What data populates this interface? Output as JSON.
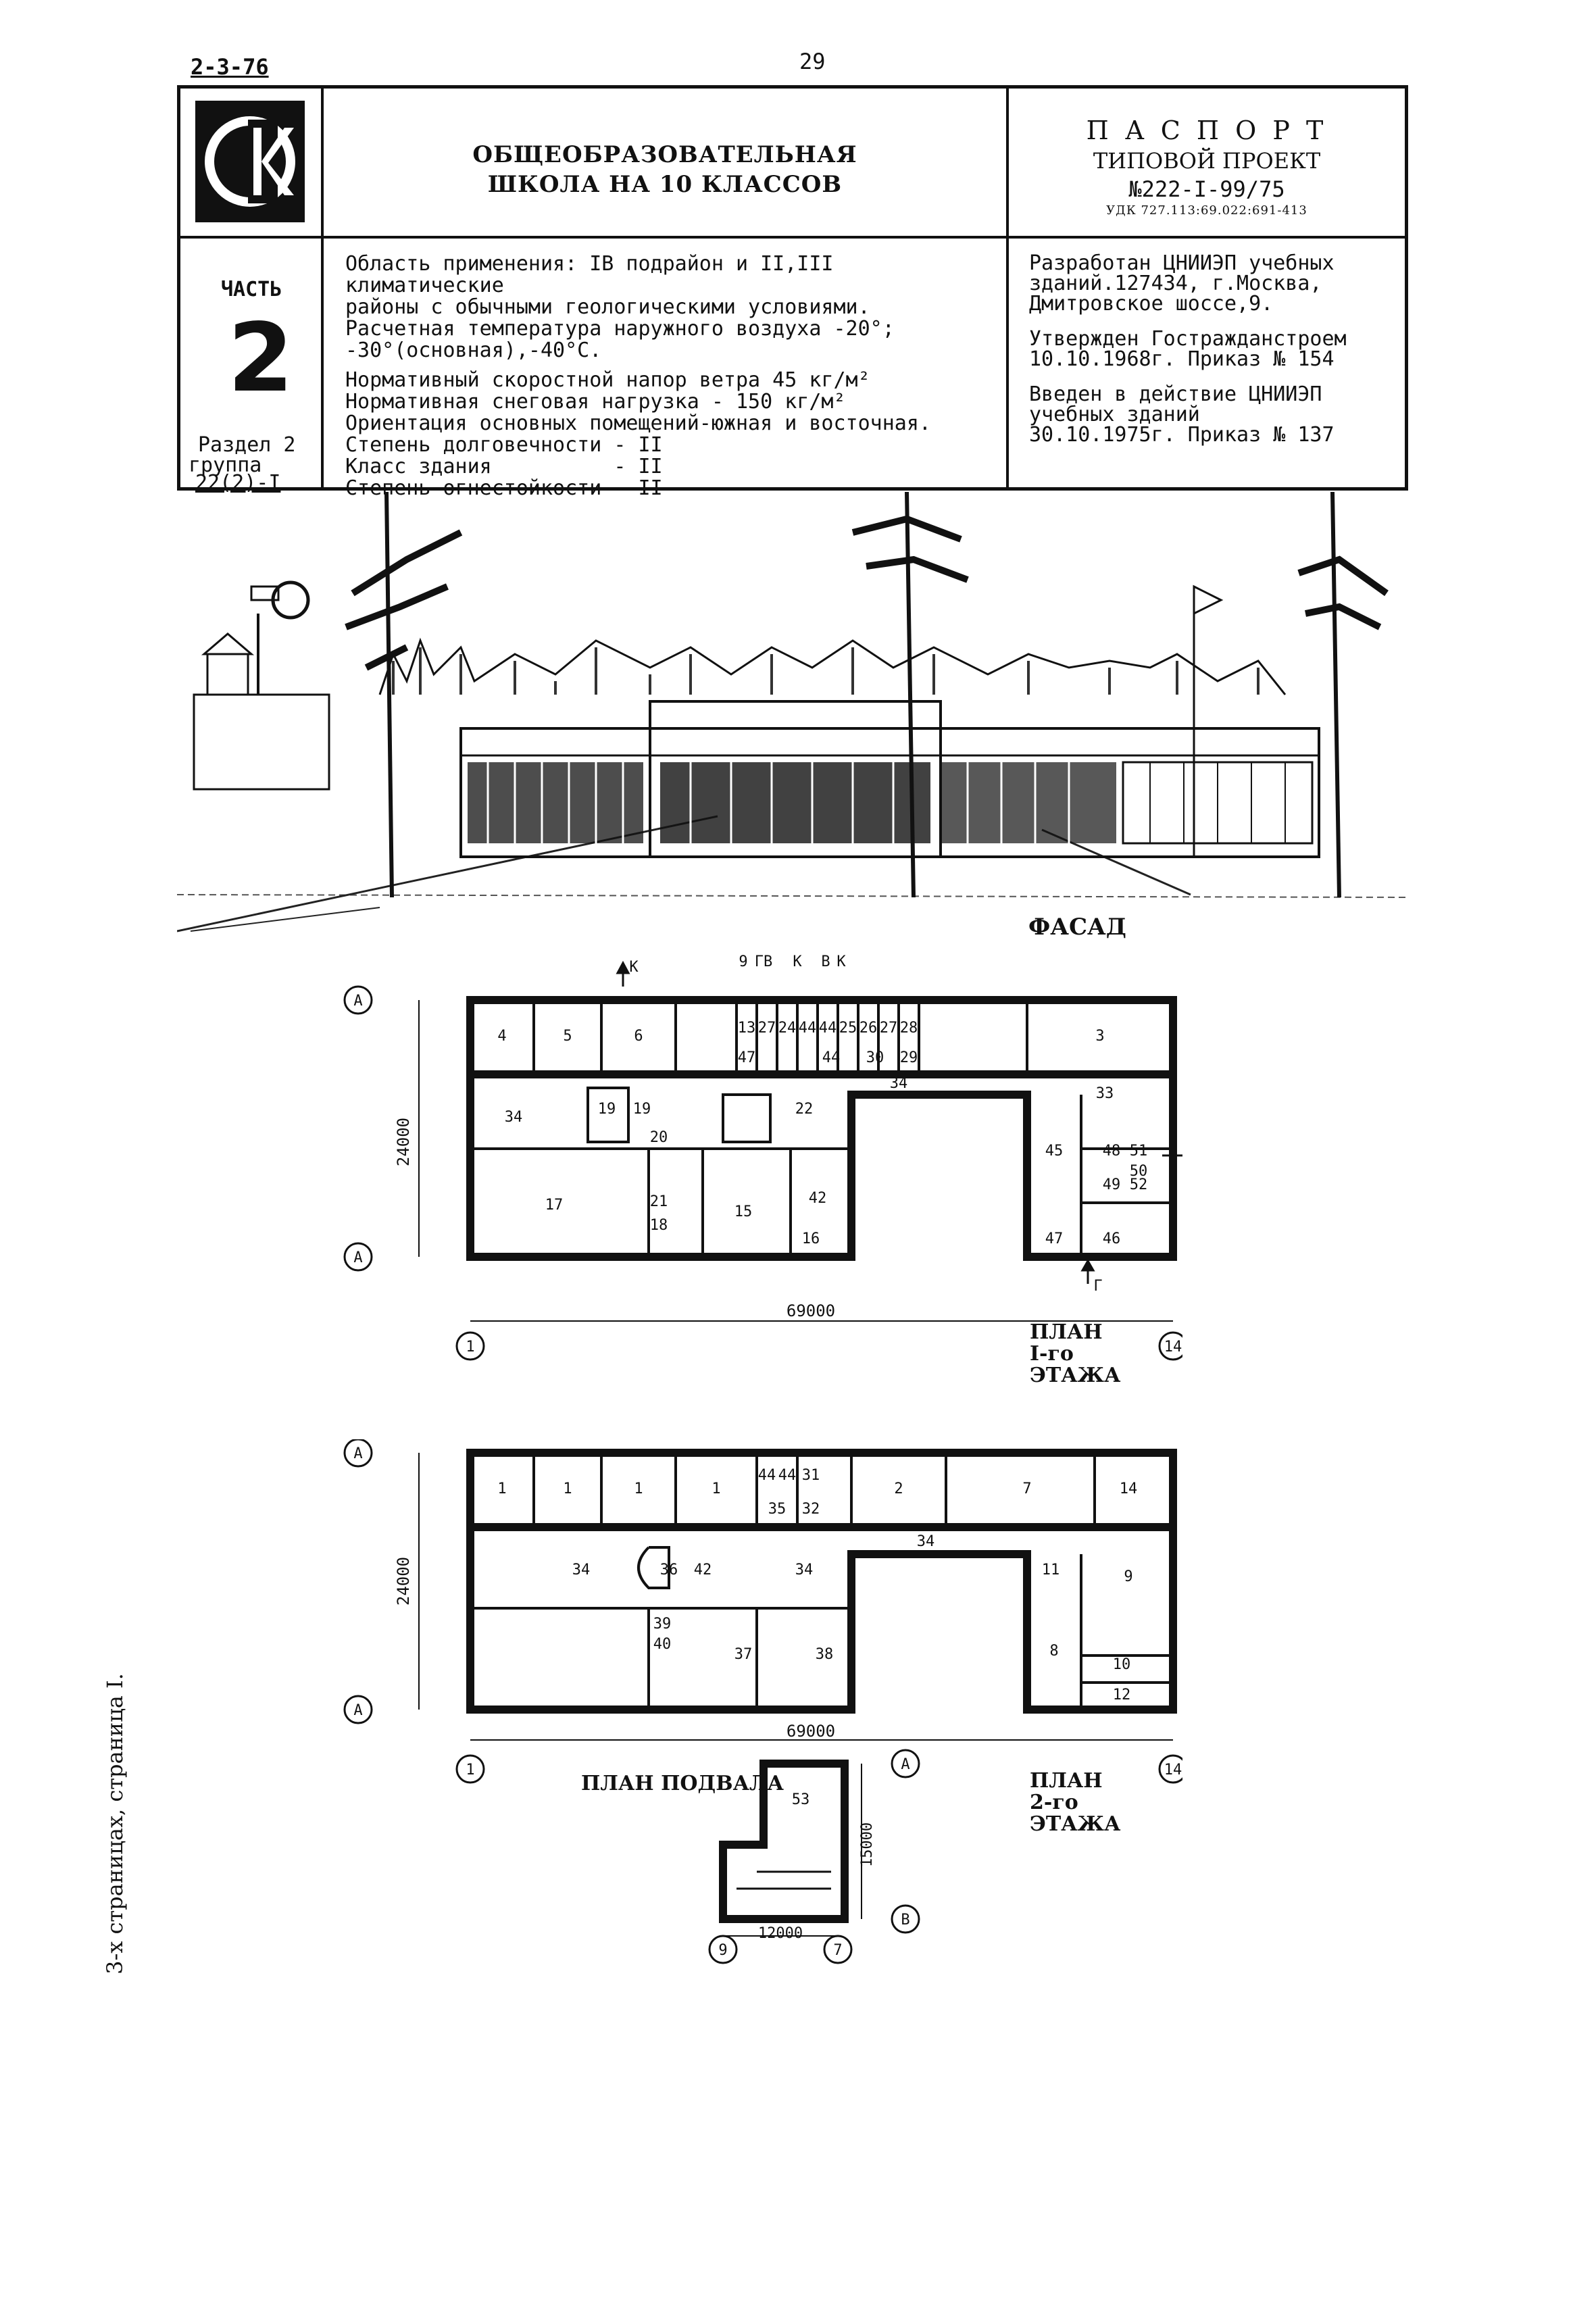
{
  "header": {
    "doc_code": "2-3-76",
    "page_number": "29"
  },
  "logo": {
    "letters": "СК"
  },
  "part_block": {
    "label": "ЧАСТЬ",
    "number": "2",
    "section": "Раздел 2",
    "group_label": "группа",
    "group_value": "22(2)-I"
  },
  "project": {
    "title_line1": "ОБЩЕОБРАЗОВАТЕЛЬНАЯ",
    "title_line2": "ШКОЛА НА 10 КЛАССОВ"
  },
  "passport": {
    "title": "П А С П О Р Т",
    "subtitle": "ТИПОВОЙ ПРОЕКТ",
    "number": "№222-I-99/75",
    "udk": "УДК 727.113:69.022:691-413"
  },
  "application": {
    "lines": [
      "Область применения: IВ подрайон и II,III климатические",
      "районы с обычными геологическими условиями.",
      "Расчетная температура наружного воздуха -20°;",
      "-30°(основная),-40°С.",
      "Нормативный скоростной напор ветра 45 кг/м²",
      "Нормативная снеговая нагрузка -   150 кг/м²",
      "Ориентация основных помещений-южная и восточная.",
      "Степень долговечности - II",
      "Класс здания          - II",
      "Степень огнестойкости - II"
    ]
  },
  "developer": {
    "lines": [
      "Разработан ЦНИИЭП учебных",
      "зданий.127434, г.Москва,",
      "Дмитровское шоссе,9.",
      "",
      "Утвержден Гостражданстроем",
      "10.10.1968г. Приказ № 154",
      "",
      "Введен в действие ЦНИИЭП",
      "учебных зданий",
      "30.10.1975г. Приказ № 137"
    ]
  },
  "drawing_labels": {
    "facade": "ФАСАД",
    "plan1_l1": "ПЛАН",
    "plan1_l2": "I-го",
    "plan1_l3": "ЭТАЖА",
    "plan2_l1": "ПЛАН",
    "plan2_l2": "2-го",
    "plan2_l3": "ЭТАЖА",
    "basement": "ПЛАН ПОДВАЛА",
    "dim_length": "69000",
    "dim_width": "24000",
    "dim_basement_w": "12000",
    "dim_basement_h": "15000",
    "axis_A": "А",
    "axis_1": "1",
    "axis_14": "14",
    "axis_B": "В",
    "axis_9": "9",
    "axis_7": "7",
    "arrow_K": "К",
    "arrow_G": "Г",
    "arrow_V": "В",
    "arrow_GV": "ГВ",
    "arrow_9": "9",
    "section_1": "1"
  },
  "floor1_rooms": [
    "4",
    "5",
    "6",
    "13",
    "27",
    "24",
    "44",
    "44",
    "25",
    "26",
    "27",
    "28",
    "3",
    "47",
    "44",
    "30",
    "29",
    "22",
    "34",
    "19",
    "19",
    "20",
    "34",
    "17",
    "21",
    "18",
    "15",
    "42",
    "16",
    "33",
    "45",
    "48",
    "51",
    "50",
    "52",
    "49",
    "47",
    "46"
  ],
  "floor2_rooms": [
    "1",
    "1",
    "1",
    "1",
    "44",
    "44",
    "31",
    "35",
    "32",
    "2",
    "7",
    "14",
    "34",
    "36",
    "42",
    "34",
    "34",
    "11",
    "9",
    "39",
    "40",
    "37",
    "38",
    "8",
    "10",
    "12"
  ],
  "basement_rooms": [
    "53"
  ],
  "side_note": "3-х страницах, страница I."
}
